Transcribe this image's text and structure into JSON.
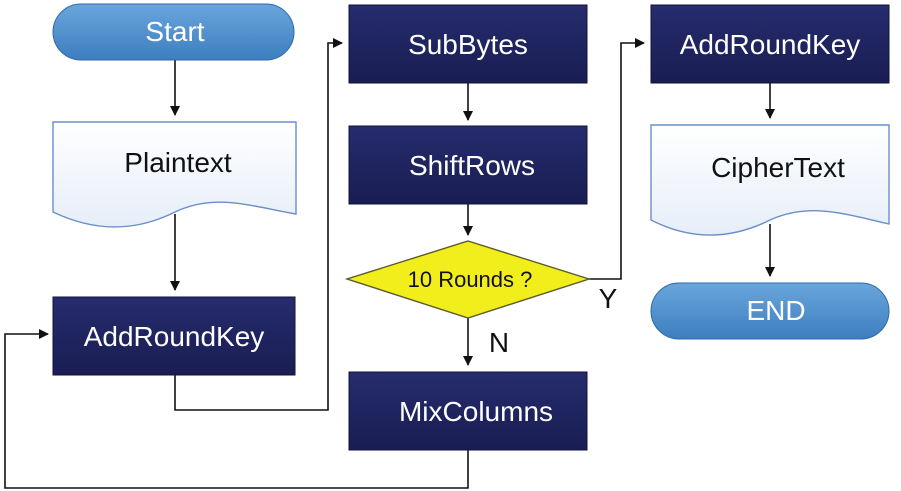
{
  "nodes": {
    "start": "Start",
    "plaintext": "Plaintext",
    "add_round_key_initial": "AddRoundKey",
    "sub_bytes": "SubBytes",
    "shift_rows": "ShiftRows",
    "decision": "10 Rounds ?",
    "mix_columns": "MixColumns",
    "add_round_key_final": "AddRoundKey",
    "cipher_text": "CipherText",
    "end": "END"
  },
  "edge_labels": {
    "yes": "Y",
    "no": "N"
  },
  "colors": {
    "process_fill": "#1f2460",
    "process_text": "#ffffff",
    "terminator_fill": "#4a8ccb",
    "terminator_text": "#ffffff",
    "document_fill": "#eef3fb",
    "document_stroke": "#6a8fc8",
    "decision_fill": "#f2ee1c",
    "decision_stroke": "#5a5a2a",
    "connector": "#111111",
    "text_dark": "#111111"
  }
}
